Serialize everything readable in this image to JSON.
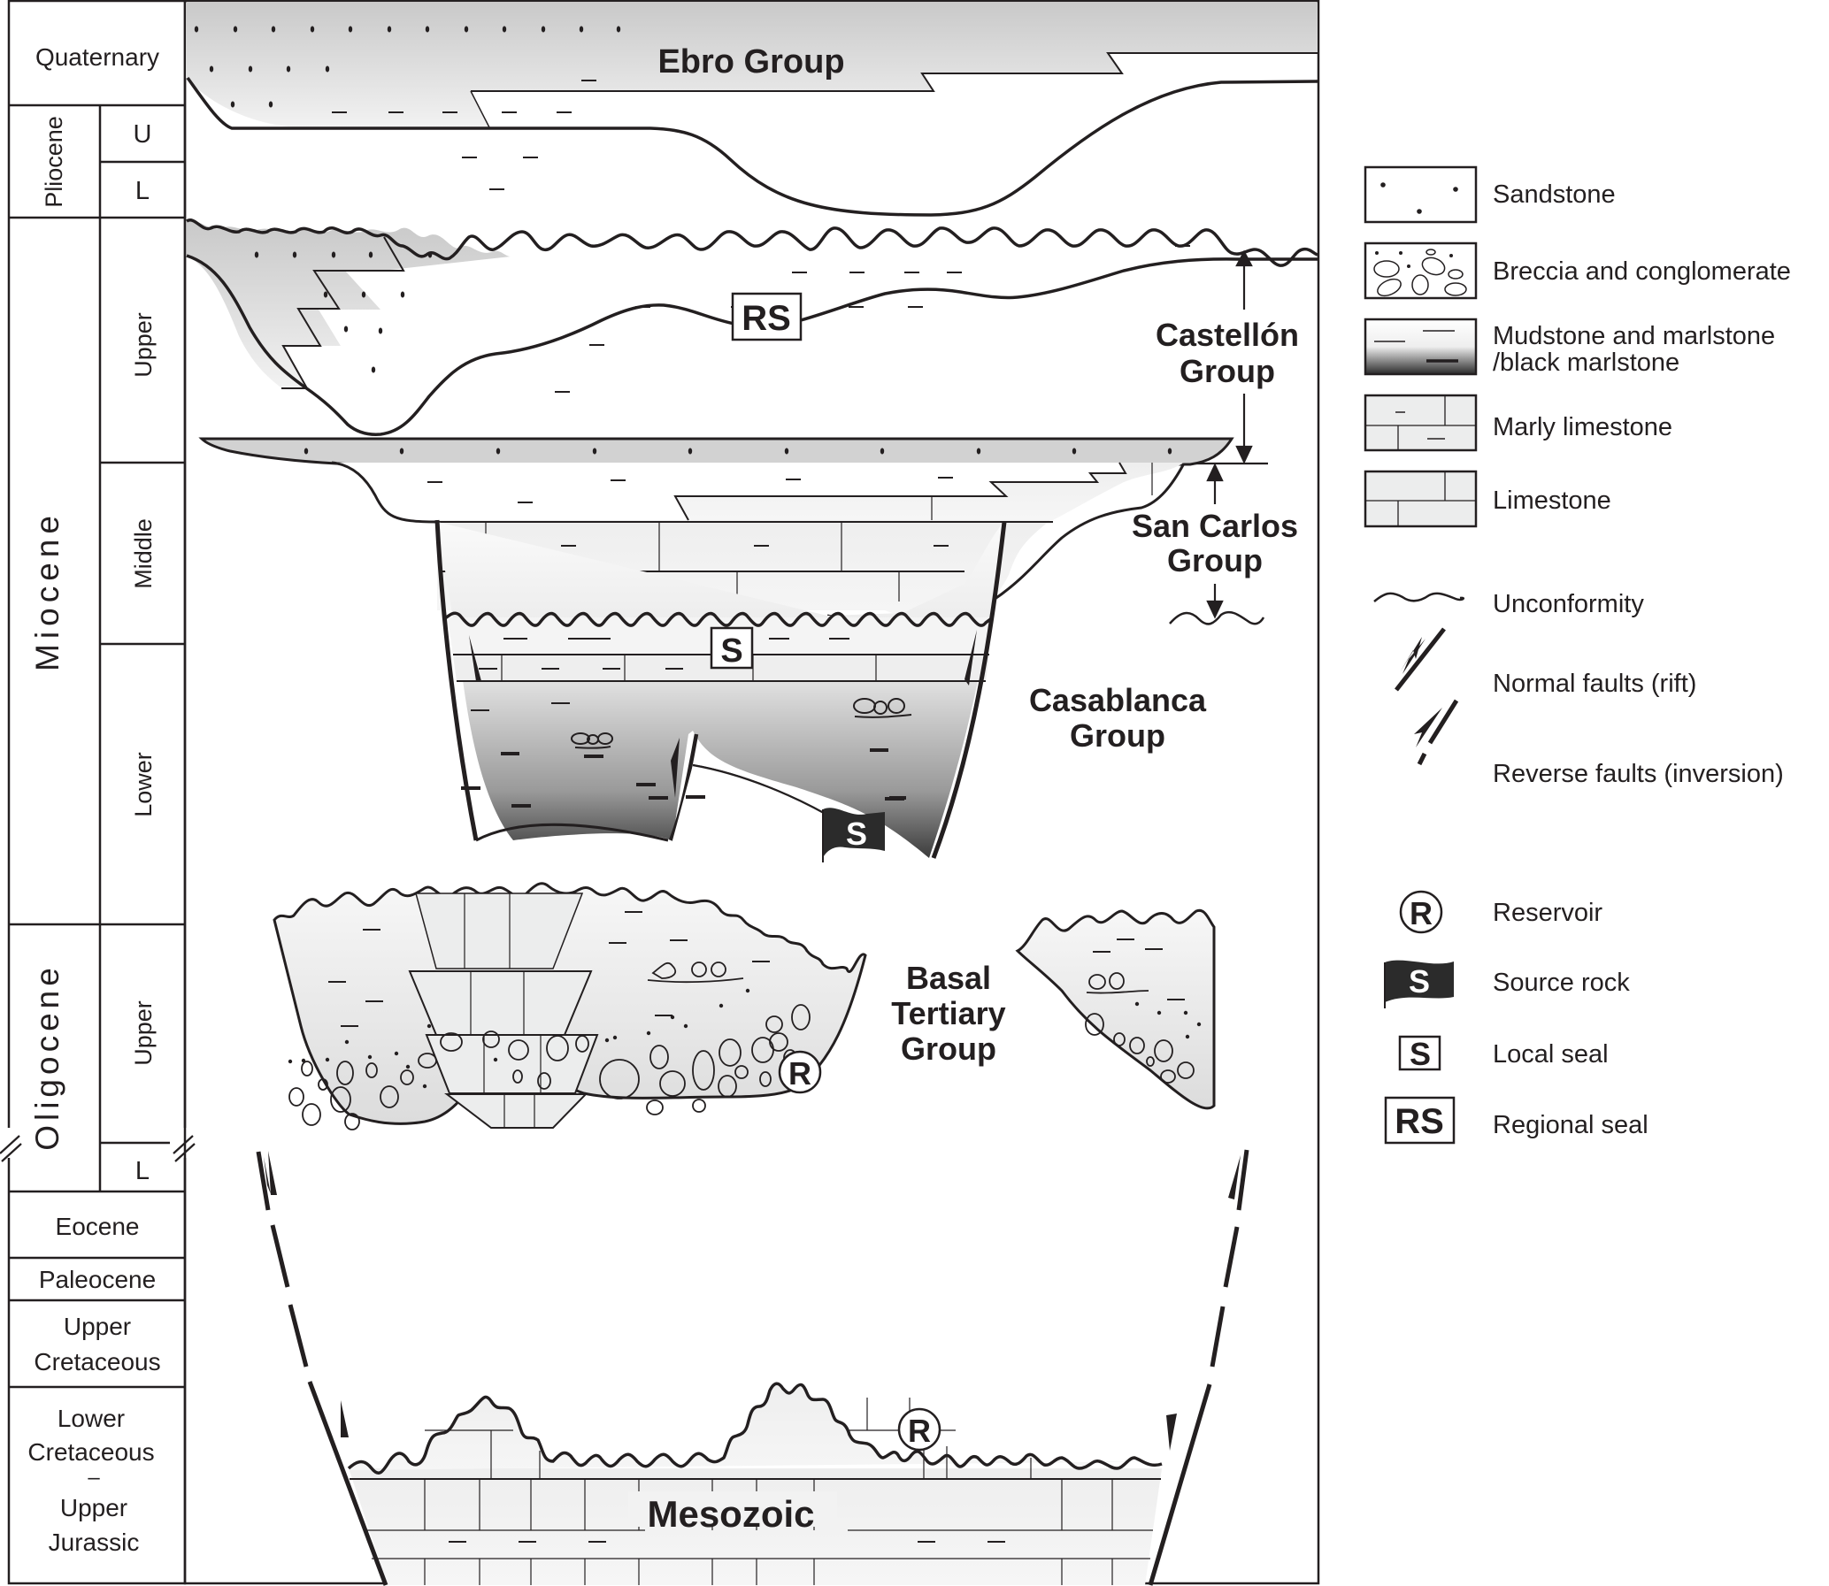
{
  "figure": {
    "type": "stratigraphic chart",
    "colors": {
      "ink": "#231f20",
      "sandstone_fill": "#d0d0d0",
      "limestone_fill": "#eceded",
      "mud_light": "#ffffff",
      "mud_dark": "#3a3a3a"
    }
  },
  "timescale": {
    "periods": [
      {
        "name": "Quaternary",
        "subdivisions": []
      },
      {
        "name": "Pliocene",
        "subdivisions": [
          "U",
          "L"
        ]
      },
      {
        "name": "Miocene",
        "subdivisions": [
          "Upper",
          "Middle",
          "Lower"
        ]
      },
      {
        "name": "Oligocene",
        "subdivisions": [
          "Upper",
          "L"
        ]
      },
      {
        "name": "Eocene",
        "subdivisions": []
      },
      {
        "name": "Paleocene",
        "subdivisions": []
      },
      {
        "name": "Upper Cretaceous",
        "lines": [
          "Upper",
          "Cretaceous"
        ],
        "subdivisions": []
      },
      {
        "name": "Lower Cretaceous – Upper Jurassic",
        "lines": [
          "Lower",
          "Cretaceous",
          "–",
          "Upper",
          "Jurassic"
        ],
        "subdivisions": []
      }
    ]
  },
  "groups": [
    {
      "name": "Ebro Group",
      "lines": [
        "Ebro Group"
      ]
    },
    {
      "name": "Castellón Group",
      "lines": [
        "Castellón",
        "Group"
      ]
    },
    {
      "name": "San Carlos Group",
      "lines": [
        "San Carlos",
        "Group"
      ]
    },
    {
      "name": "Casablanca Group",
      "lines": [
        "Casablanca",
        "Group"
      ]
    },
    {
      "name": "Basal Tertiary Group",
      "lines": [
        "Basal",
        "Tertiary",
        "Group"
      ]
    },
    {
      "name": "Mesozoic",
      "lines": [
        "Mesozoic"
      ]
    }
  ],
  "markers": {
    "regional_seal": "RS",
    "local_seal": "S",
    "source_rock": "S",
    "reservoir": "R"
  },
  "legend": {
    "lithology": [
      {
        "key": "sandstone",
        "label": "Sandstone"
      },
      {
        "key": "breccia",
        "label": "Breccia and conglomerate"
      },
      {
        "key": "mudstone",
        "label": "Mudstone and marlstone",
        "label2": "/black marlstone"
      },
      {
        "key": "marly-limestone",
        "label": "Marly limestone"
      },
      {
        "key": "limestone",
        "label": "Limestone"
      }
    ],
    "structures": [
      {
        "key": "unconformity",
        "label": "Unconformity"
      },
      {
        "key": "normal-fault",
        "label": "Normal faults (rift)"
      },
      {
        "key": "reverse-fault",
        "label": "Reverse faults (inversion)"
      }
    ],
    "petroleum": [
      {
        "key": "reservoir",
        "label": "Reservoir",
        "symbol": "R"
      },
      {
        "key": "source-rock",
        "label": "Source rock",
        "symbol": "S"
      },
      {
        "key": "local-seal",
        "label": "Local seal",
        "symbol": "S"
      },
      {
        "key": "regional-seal",
        "label": "Regional seal",
        "symbol": "RS"
      }
    ]
  }
}
